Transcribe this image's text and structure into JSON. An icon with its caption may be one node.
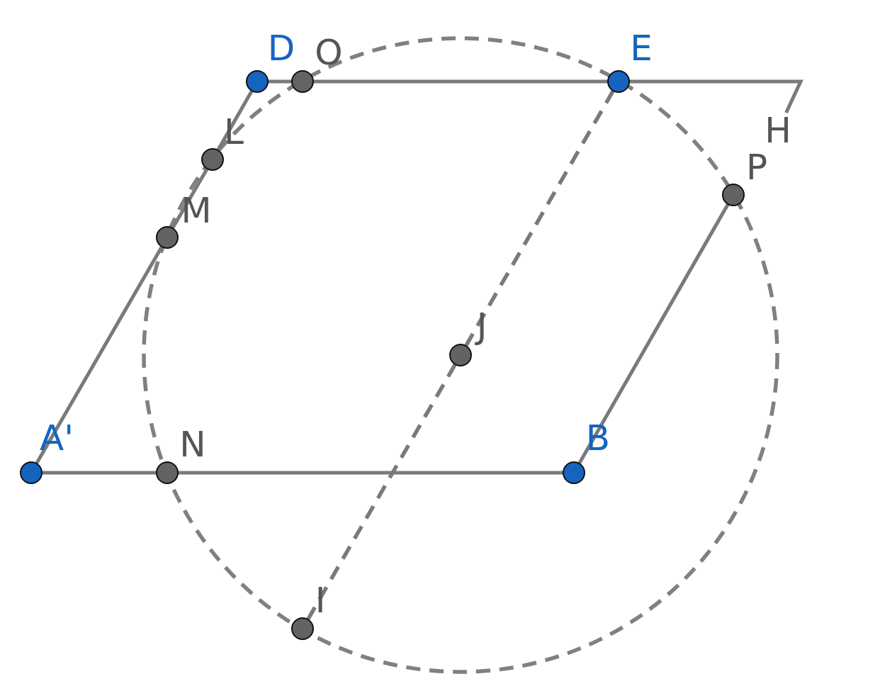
{
  "diagram": {
    "nodes": [
      {
        "text": [
          "D"
        ]
      },
      {
        "text": [
          "O"
        ]
      },
      {
        "text": [
          "E"
        ]
      },
      {
        "text": [
          "L"
        ]
      },
      {
        "text": [
          "H"
        ]
      },
      {
        "text": [
          "P"
        ]
      },
      {
        "text": [
          "M"
        ]
      },
      {
        "text": [
          "J"
        ]
      },
      {
        "text": [
          "A'"
        ]
      },
      {
        "text": [
          "N"
        ]
      },
      {
        "text": [
          "B"
        ]
      },
      {
        "text": [
          "I"
        ]
      }
    ],
    "edges": [
      {
        "from": 0,
        "to": 1,
        "arrow": "none"
      },
      {
        "from": 1,
        "to": 2,
        "arrow": "none"
      },
      {
        "from": 2,
        "to": 4,
        "arrow": "none"
      },
      {
        "from": 0,
        "to": 3,
        "arrow": "none"
      },
      {
        "from": 3,
        "to": 6,
        "arrow": "none"
      },
      {
        "from": 6,
        "to": 8,
        "arrow": "none"
      },
      {
        "from": 8,
        "to": 9,
        "arrow": "none"
      },
      {
        "from": 9,
        "to": 10,
        "arrow": "none"
      },
      {
        "from": 10,
        "to": 5,
        "arrow": "none"
      },
      {
        "from": 2,
        "to": 7,
        "arrow": "none",
        "style": "dashed"
      },
      {
        "from": 7,
        "to": 11,
        "arrow": "none",
        "style": "dashed"
      }
    ]
  }
}
